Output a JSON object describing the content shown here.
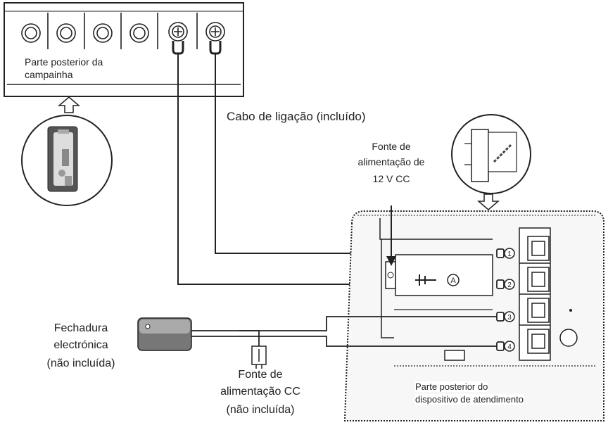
{
  "doorbell_panel": {
    "label_line1": "Parte posterior da",
    "label_line2": "campainha"
  },
  "cable": {
    "label": "Cabo de ligação (incluído)"
  },
  "power_12v": {
    "line1": "Fonte de",
    "line2": "alimentação de",
    "line3": "12 V CC"
  },
  "lock": {
    "line1": "Fechadura",
    "line2": "electrónica",
    "line3": "(não incluída)"
  },
  "dc_supply": {
    "line1": "Fonte de",
    "line2": "alimentação CC",
    "line3": "(não incluída)"
  },
  "monitor": {
    "label_line1": "Parte posterior do",
    "label_line2": "dispositivo de atendimento"
  },
  "terminals": [
    "1",
    "2",
    "3",
    "4"
  ],
  "jack_marker": "A",
  "colors": {
    "line": "#222222",
    "panel_fill": "#ffffff",
    "monitor_fill": "#f7f7f7"
  }
}
